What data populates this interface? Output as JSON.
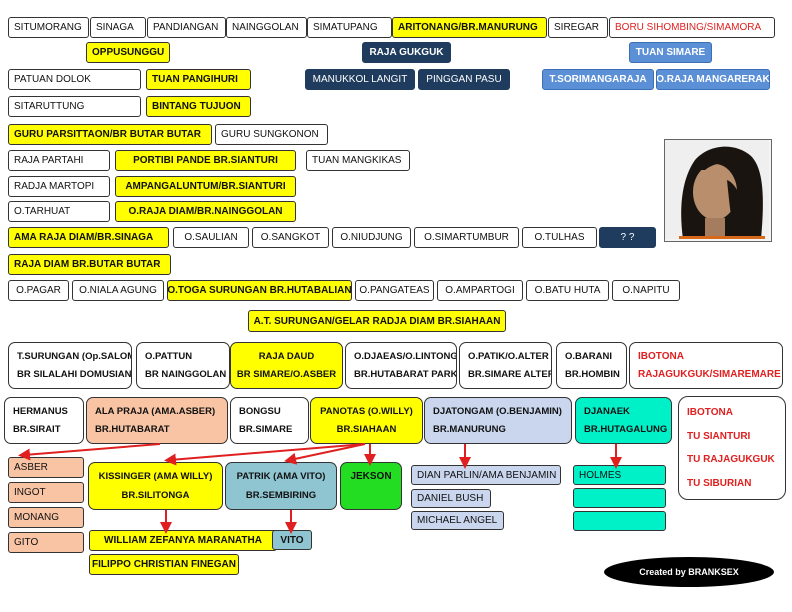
{
  "row1": [
    "SITUMORANG",
    "SINAGA",
    "PANDIANGAN",
    "NAINGGOLAN",
    "SIMATUPANG",
    "ARITONANG/BR.MANURUNG",
    "SIREGAR",
    "BORU SIHOMBING/SIMAMORA"
  ],
  "oppusunggu": "OPPUSUNGGU",
  "raja_gukguk": "RAJA GUKGUK",
  "tuan_simare": "TUAN SIMARE",
  "patuan_dolok": "PATUAN DOLOK",
  "tuan_pangihuri": "TUAN PANGIHURI",
  "manukkol_langit": "MANUKKOL LANGIT",
  "pinggan_pasu": "PINGGAN PASU",
  "t_sorimangaraja": "T.SORIMANGARAJA",
  "o_raja_mangarerak": "O.RAJA MANGARERAK",
  "sitaruttung": "SITARUTTUNG",
  "bintang_tujuon": "BINTANG TUJUON",
  "guru_parsittaon": "GURU PARSITTAON/BR BUTAR BUTAR",
  "guru_sungkonon": "GURU SUNGKONON",
  "raja_partahi": "RAJA PARTAHI",
  "portibi": "PORTIBI PANDE BR.SIANTURI",
  "tuan_mangkikas": "TUAN MANGKIKAS",
  "radja_martopi": "RADJA MARTOPI",
  "ampangaluntum": "AMPANGALUNTUM/BR.SIANTURI",
  "o_tarhuat": "O.TARHUAT",
  "o_raja_diam": "O.RAJA DIAM/BR.NAINGGOLAN",
  "ama_raja_diam": "AMA RAJA DIAM/BR.SINAGA",
  "o_row": [
    "O.SAULIAN",
    "O.SANGKOT",
    "O.NIUDJUNG",
    "O.SIMARTUMBUR",
    "O.TULHAS"
  ],
  "unknown": "? ?",
  "raja_diam_butar": "RAJA DIAM BR.BUTAR BUTAR",
  "o_pagar": "O.PAGAR",
  "o_niala": "O.NIALA AGUNG",
  "o_toga": "O.TOGA SURUNGAN BR.HUTABALIAN",
  "o_row2": [
    "O.PANGATEAS",
    "O.AMPARTOGI",
    "O.BATU HUTA",
    "O.NAPITU"
  ],
  "at_surungan": "A.T. SURUNGAN/GELAR RADJA DIAM BR.SIAHAAN",
  "gen1": [
    {
      "l1": "T.SURUNGAN (Op.SALOM)",
      "l2": "BR SILALAHI DOMUSIAN"
    },
    {
      "l1": "O.PATTUN",
      "l2": "BR NAINGGOLAN"
    },
    {
      "l1": "RAJA DAUD",
      "l2": "BR SIMARE/O.ASBER"
    },
    {
      "l1": "O.DJAEAS/O.LINTONG",
      "l2": "BR.HUTABARAT PARKI"
    },
    {
      "l1": "O.PATIK/O.ALTER",
      "l2": "BR.SIMARE ALTER"
    },
    {
      "l1": "O.BARANI",
      "l2": "BR.HOMBIN"
    },
    {
      "l1": "IBOTONA",
      "l2": "RAJAGUKGUK/SIMAREMARE"
    }
  ],
  "gen2": [
    {
      "l1": "HERMANUS",
      "l2": "BR.SIRAIT"
    },
    {
      "l1": "ALA PRAJA (AMA.ASBER)",
      "l2": "BR.HUTABARAT"
    },
    {
      "l1": "BONGSU",
      "l2": "BR.SIMARE"
    },
    {
      "l1": "PANOTAS (O.WILLY)",
      "l2": "BR.SIAHAAN"
    },
    {
      "l1": "DJATONGAM (O.BENJAMIN)",
      "l2": "BR.MANURUNG"
    },
    {
      "l1": "DJANAEK",
      "l2": "BR.HUTAGALUNG"
    }
  ],
  "ibotona2": [
    "IBOTONA",
    "TU SIANTURI",
    "TU RAJAGUKGUK",
    "TU SIBURIAN"
  ],
  "asber_kids": [
    "ASBER",
    "INGOT",
    "MONANG",
    "GITO"
  ],
  "kissinger": {
    "l1": "KISSINGER  (AMA WILLY)",
    "l2": "BR.SILITONGA"
  },
  "patrik": {
    "l1": "PATRIK (AMA VITO)",
    "l2": "BR.SEMBIRING"
  },
  "jekson": "JEKSON",
  "benjamin_kids": [
    "DIAN PARLIN/AMA BENJAMIN",
    "DANIEL BUSH",
    "MICHAEL ANGEL"
  ],
  "holmes": "HOLMES",
  "willy_kids": [
    "WILLIAM ZEFANYA MARANATHA",
    "FILIPPO CHRISTIAN FINEGAN"
  ],
  "vito": "VITO",
  "credit": "Created by BRANKSEX",
  "colors": {
    "yellow": "#ffff00",
    "dark_blue": "#1f3c5e",
    "light_blue": "#5b8fd6",
    "salmon": "#f8c4a4",
    "cyan": "#00f0c8",
    "teal": "#8fc4d1",
    "green": "#22dd22",
    "lavender": "#c9d6ee",
    "red": "#e02020"
  }
}
